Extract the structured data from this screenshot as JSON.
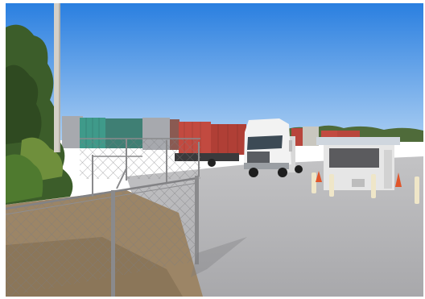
{
  "scene": {
    "colors": {
      "sky_top": "#2a7fe0",
      "sky_horizon": "#a9cdf2",
      "pavement": "#b9b9bb",
      "pavement_shadow": "#8f8f93",
      "dirt": "#9c8566",
      "dirt_dark": "#6f5a40",
      "foliage": "#3c5d2a",
      "foliage_light": "#6f8f3c",
      "container_teal": "#3f7f74",
      "container_red": "#b8463c",
      "container_grey": "#a7a9ae",
      "truck_cab": "#f2f2f2",
      "booth": "#e6e6e6",
      "booth_roof": "#cfd6de",
      "fence": "#7d7d80",
      "pole": "#d4d0c8",
      "cone": "#e0562b"
    },
    "objects": [
      "utility-pole",
      "chain-link-fence",
      "shipping-containers",
      "semi-truck",
      "guard-booth",
      "trees",
      "bollards",
      "traffic-cones"
    ]
  }
}
